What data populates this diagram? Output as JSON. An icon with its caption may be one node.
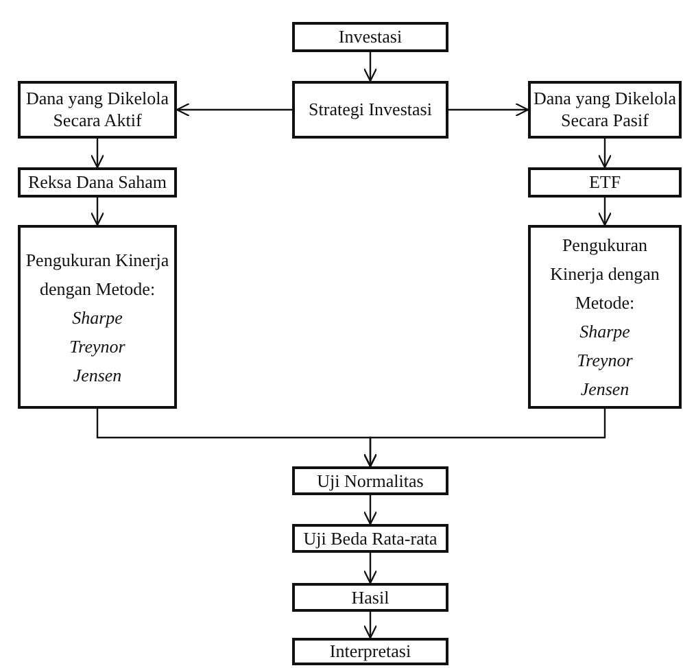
{
  "diagram": {
    "nodes": [
      {
        "text": [
          "Investasi"
        ]
      },
      {
        "text": [
          "Strategi Investasi"
        ]
      },
      {
        "text": [
          "Dana yang Dikelola Secara Aktif"
        ]
      },
      {
        "text": [
          "Dana yang Dikelola Secara Pasif"
        ]
      },
      {
        "text": [
          "Reksa Dana Saham"
        ]
      },
      {
        "text": [
          "ETF"
        ]
      },
      {
        "text": [
          "Pengukuran Kinerja dengan Metode:",
          "Sharpe",
          "Treynor",
          "Jensen"
        ]
      },
      {
        "text": [
          "Pengukuran Kinerja dengan Metode:",
          "Sharpe",
          "Treynor",
          "Jensen"
        ]
      },
      {
        "text": [
          "Uji Normalitas"
        ]
      },
      {
        "text": [
          "Uji Beda Rata-rata"
        ]
      },
      {
        "text": [
          "Hasil"
        ]
      },
      {
        "text": [
          "Interpretasi"
        ]
      }
    ],
    "edges": [
      {
        "from": 0,
        "to": 1,
        "arrow": "to"
      },
      {
        "from": 1,
        "to": 2,
        "arrow": "to"
      },
      {
        "from": 1,
        "to": 3,
        "arrow": "to"
      },
      {
        "from": 2,
        "to": 4,
        "arrow": "to"
      },
      {
        "from": 3,
        "to": 5,
        "arrow": "to"
      },
      {
        "from": 4,
        "to": 6,
        "arrow": "to"
      },
      {
        "from": 5,
        "to": 7,
        "arrow": "to"
      },
      {
        "from": 6,
        "to": 8,
        "arrow": "to"
      },
      {
        "from": 7,
        "to": 8,
        "arrow": "to"
      },
      {
        "from": 8,
        "to": 9,
        "arrow": "to"
      },
      {
        "from": 9,
        "to": 10,
        "arrow": "to"
      },
      {
        "from": 10,
        "to": 11,
        "arrow": "to"
      }
    ]
  }
}
